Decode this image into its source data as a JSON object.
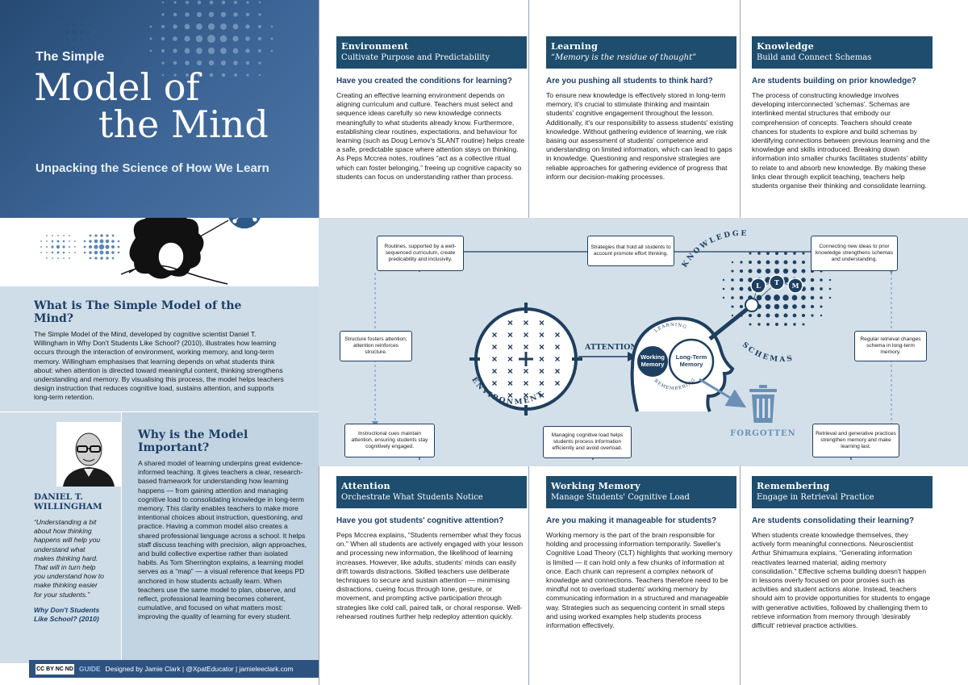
{
  "hero": {
    "simple": "The Simple",
    "title_line1": "Model of",
    "title_line2": "the Mind",
    "subtitle": "Unpacking the Science of How We Learn"
  },
  "what": {
    "heading": "What is The Simple Model of the Mind?",
    "body": "The Simple Model of the Mind, developed by cognitive scientist Daniel T. Willingham in Why Don't Students Like School? (2010), illustrates how learning occurs through the interaction of environment, working memory, and long-term memory. Willingham emphasises that learning depends on what students think about: when attention is directed toward meaningful content, thinking strengthens understanding and memory. By visualising this process, the model helps teachers design instruction that reduces cognitive load, sustains attention, and supports long-term retention."
  },
  "person": {
    "name_line1": "DANIEL T.",
    "name_line2": "WILLINGHAM",
    "quote": "“Understanding a bit about how thinking happens will help you understand what makes thinking hard. That will in turn help you understand how to make thinking easier for your students.”",
    "book": "Why Don't Students Like School? (2010)"
  },
  "why": {
    "heading": "Why is the Model Important?",
    "body": "A shared model of learning underpins great evidence-informed teaching. It gives teachers a clear, research-based framework for understanding how learning happens — from gaining attention and managing cognitive load to consolidating knowledge in long-term memory. This clarity enables teachers to make more intentional choices about instruction, questioning, and practice. Having a common model also creates a shared professional language across a school. It helps staff discuss teaching with precision, align approaches, and build collective expertise rather than isolated habits. As Tom Sherrington explains, a learning model serves as a “map” — a visual reference that keeps PD anchored in how students actually learn. When teachers use the same model to plan, observe, and reflect, professional learning becomes coherent, cumulative, and focused on what matters most: improving the quality of learning for every student."
  },
  "credit": {
    "cc": "CC BY NC ND",
    "guide": "GUIDE",
    "text": "Designed by Jamie Clark | @XpatEducator | jamieleeclark.com"
  },
  "sections": {
    "environment": {
      "title": "Environment",
      "subtitle": "Cultivate Purpose and Predictability",
      "question": "Have you created the conditions for learning?",
      "body": "Creating an effective learning environment depends on aligning curriculum and culture. Teachers must select and sequence ideas carefully so new knowledge connects meaningfully to what students already know. Furthermore, establishing clear routines, expectations, and behaviour for learning (such as Doug Lemov's SLANT routine) helps create a safe, predictable space where attention stays on thinking. As Peps Mccrea notes, routines “act as a collective ritual which can foster belonging,” freeing up cognitive capacity so students can focus on understanding rather than process."
    },
    "learning": {
      "title": "Learning",
      "subtitle": "“Memory is the residue of thought”",
      "question": "Are you pushing all students to think hard?",
      "body": "To ensure new knowledge is effectively stored in long-term memory, it's crucial to stimulate thinking and maintain students' cognitive engagement throughout the lesson. Additionally, it's our responsibility to assess students' existing knowledge. Without gathering evidence of learning, we risk basing our assessment of students' competence and understanding on limited information, which can lead to gaps in knowledge. Questioning and responsive strategies are reliable approaches for gathering evidence of progress that inform our decision-making processes."
    },
    "knowledge": {
      "title": "Knowledge",
      "subtitle": "Build and Connect Schemas",
      "question": "Are students building on prior knowledge?",
      "body": "The process of constructing knowledge involves developing interconnected 'schemas'. Schemas are interlinked mental structures that embody our comprehension of concepts. Teachers should create chances for students to explore and build schemas by identifying connections between previous learning and the knowledge and skills introduced. Breaking down information into smaller chunks facilitates students' ability to relate to and absorb new knowledge. By making these links clear through explicit teaching, teachers help students organise their thinking and consolidate learning."
    },
    "attention": {
      "title": "Attention",
      "subtitle": "Orchestrate What Students Notice",
      "question": "Have you got students' cognitive attention?",
      "body": "Peps Mccrea explains, “Students remember what they focus on.” When all students are actively engaged with your lesson and processing new information, the likelihood of learning increases. However, like adults, students' minds can easily drift towards distractions. Skilled teachers use deliberate techniques to secure and sustain attention — minimising distractions, cueing focus through tone, gesture, or movement, and prompting active participation through strategies like cold call, paired talk, or choral response. Well-rehearsed routines further help redeploy attention quickly."
    },
    "working_memory": {
      "title": "Working Memory",
      "subtitle": "Manage Students' Cognitive Load",
      "question": "Are you making it manageable for students?",
      "body": "Working memory is the part of the brain responsible for holding and processing information temporarily. Sweller's Cognitive Load Theory (CLT) highlights that working memory is limited — it can hold only a few chunks of information at once. Each chunk can represent a complex network of knowledge and connections. Teachers therefore need to be mindful not to overload students' working memory by communicating information in a structured and manageable way. Strategies such as sequencing content in small steps and using worked examples help students process information effectively."
    },
    "remembering": {
      "title": "Remembering",
      "subtitle": "Engage in Retrieval Practice",
      "question": "Are students consolidating their learning?",
      "body": "When students create knowledge themselves, they actively form meaningful connections. Neuroscientist Arthur Shimamura explains, “Generating information reactivates learned material, aiding memory consolidation.” Effective schema building doesn't happen in lessons overly focused on poor proxies such as activities and student actions alone. Instead, teachers should aim to provide opportunities for students to engage with generative activities, followed by challenging them to retrieve information from memory through 'desirably difficult' retrieval practice activities."
    }
  },
  "diagram": {
    "callouts": {
      "routines": "Routines, supported by a well-sequenced curriculum, create predicability and inclusivity.",
      "strategies": "Strategies that hold all students to account promote effort thinking.",
      "connecting": "Connecting new ideas to prior knowledge strengthens schemas and understanding.",
      "structure": "Structure fosters attention; attention reinforces structure.",
      "retrieval": "Regular retrieval changes schema in long-term memory.",
      "cues": "Instructional cues maintain attention, ensuring students stay cognitively engaged.",
      "load": "Managing cognitive load helps students process information efficiently and avoid overload.",
      "generative": "Retrieval and generative practices strengthen memory and make learning last."
    },
    "labels": {
      "attention": "ATTENTION",
      "environment": "ENVIRONMENT",
      "working_memory": "Working Memory",
      "long_term_memory": "Long-Term Memory",
      "learning": "LEARNING",
      "remembering": "REMEMBERING",
      "knowledge": "KNOWLEDGE",
      "schemas": "SCHEMAS",
      "forgotten": "FORGOTTEN",
      "ltm_l": "L",
      "ltm_t": "T",
      "ltm_m": "M"
    }
  },
  "colors": {
    "navy": "#1e4d6e",
    "panel": "#cfdde8",
    "diagram_bg": "#d3e0ea",
    "accent_blue": "#5d88b3"
  }
}
